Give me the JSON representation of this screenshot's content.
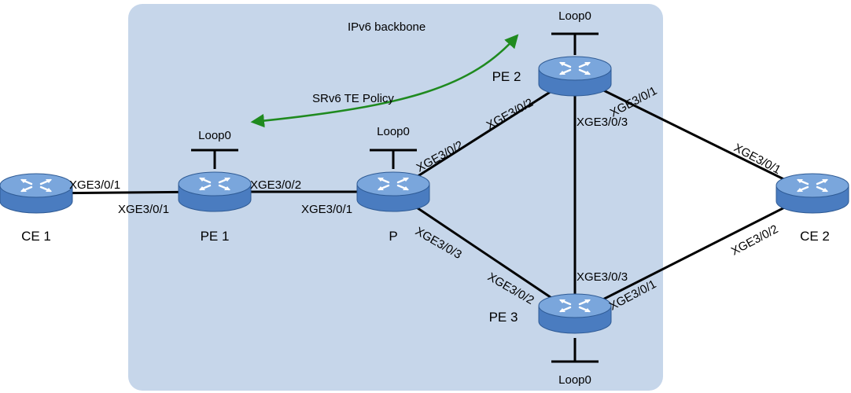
{
  "diagram": {
    "region_label": "IPv6 backbone",
    "policy_label": "SRv6 TE Policy",
    "colors": {
      "region_fill": "#c6d6ea",
      "router_body": "#4a7cc0",
      "router_top": "#7aa6dc",
      "link": "#000000",
      "policy_arrow": "#1f8a1f"
    },
    "nodes": [
      {
        "id": "ce1",
        "label": "CE 1",
        "icon": "router-icon"
      },
      {
        "id": "pe1",
        "label": "PE 1",
        "icon": "router-icon",
        "loopback": "Loop0"
      },
      {
        "id": "p",
        "label": "P",
        "icon": "router-icon",
        "loopback": "Loop0"
      },
      {
        "id": "pe2",
        "label": "PE 2",
        "icon": "router-icon",
        "loopback": "Loop0"
      },
      {
        "id": "pe3",
        "label": "PE 3",
        "icon": "router-icon",
        "loopback": "Loop0"
      },
      {
        "id": "ce2",
        "label": "CE 2",
        "icon": "router-icon"
      }
    ],
    "links": [
      {
        "id": "ce1-pe1",
        "a": "ce1",
        "a_port": "XGE3/0/1",
        "b": "pe1",
        "b_port": "XGE3/0/1"
      },
      {
        "id": "pe1-p",
        "a": "pe1",
        "a_port": "XGE3/0/2",
        "b": "p",
        "b_port": "XGE3/0/1"
      },
      {
        "id": "p-pe2",
        "a": "p",
        "a_port": "XGE3/0/2",
        "b": "pe2",
        "b_port": "XGE3/0/2"
      },
      {
        "id": "p-pe3",
        "a": "p",
        "a_port": "XGE3/0/3",
        "b": "pe3",
        "b_port": "XGE3/0/2"
      },
      {
        "id": "pe2-pe3",
        "a": "pe2",
        "a_port": "XGE3/0/3",
        "b": "pe3",
        "b_port": "XGE3/0/3"
      },
      {
        "id": "pe2-ce2",
        "a": "pe2",
        "a_port": "XGE3/0/1",
        "b": "ce2",
        "b_port": "XGE3/0/1"
      },
      {
        "id": "pe3-ce2",
        "a": "pe3",
        "a_port": "XGE3/0/1",
        "b": "ce2",
        "b_port": "XGE3/0/2"
      }
    ]
  }
}
